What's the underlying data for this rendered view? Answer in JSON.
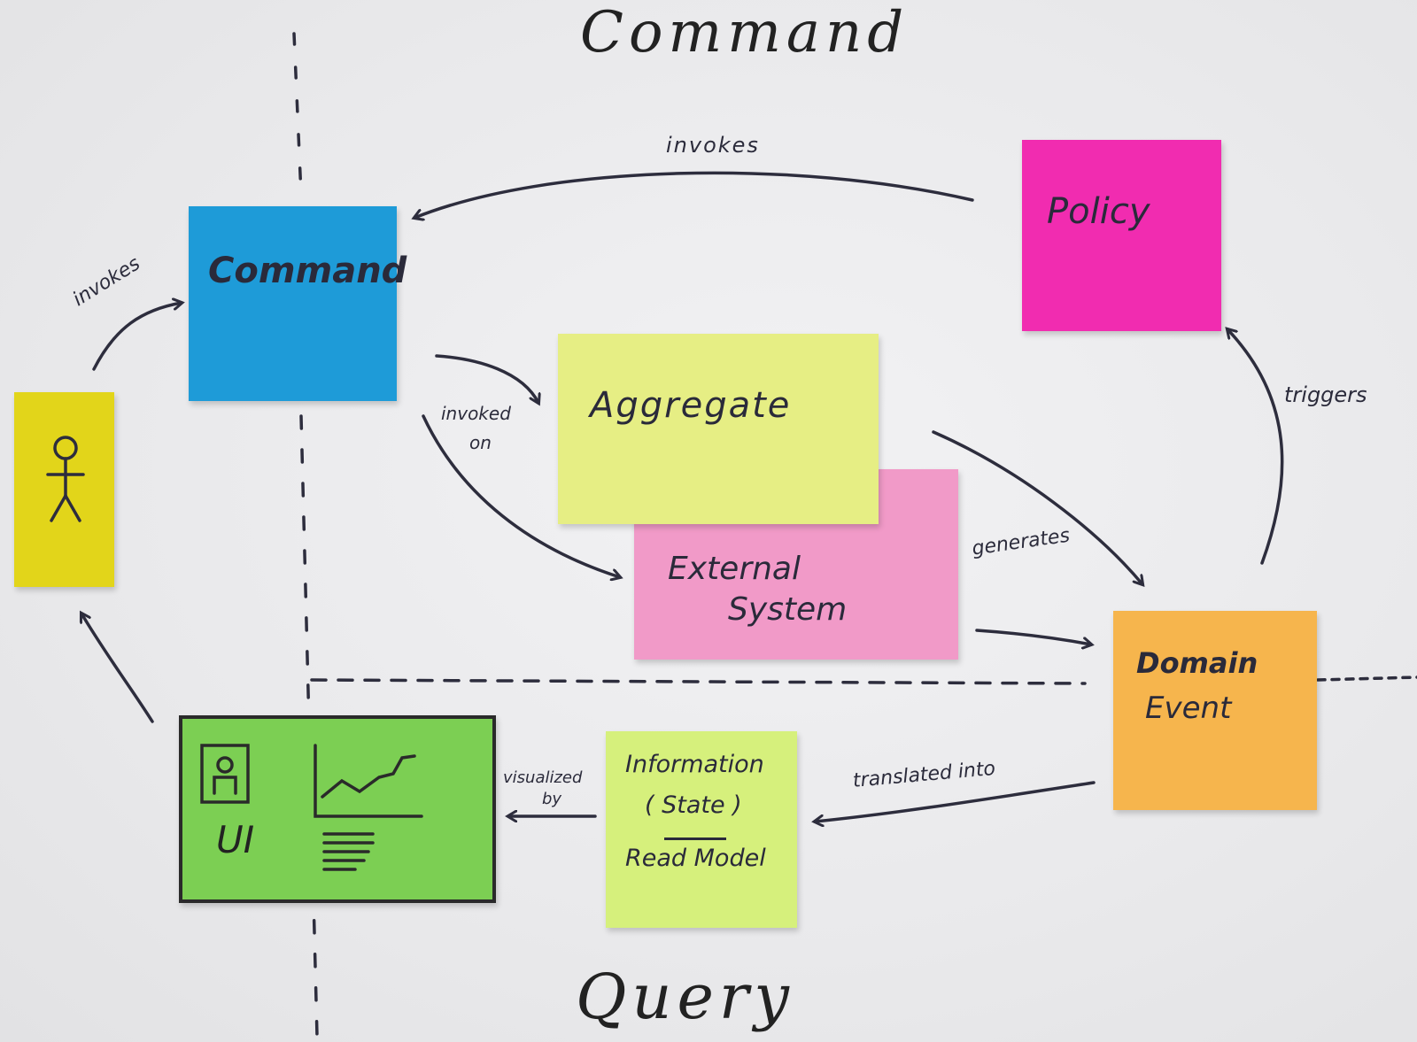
{
  "quadrants": {
    "command": "Command",
    "query": "Query"
  },
  "notes": {
    "command": {
      "text": "Command",
      "color": "#1e9bd8"
    },
    "policy": {
      "text": "Policy",
      "color": "#f12cb0"
    },
    "aggregate": {
      "text": "Aggregate",
      "color": "#e6ee84"
    },
    "external_system": {
      "line1": "External",
      "line2": "System",
      "color": "#f19ac8"
    },
    "domain_event": {
      "line1": "Domain",
      "line2": "Event",
      "color": "#f6b54d"
    },
    "actor": {
      "color": "#e2d51a"
    },
    "ui": {
      "text": "UI",
      "color": "#7ccf53"
    },
    "read_model": {
      "line1": "Information",
      "line2": "( State )",
      "line3": "Read Model",
      "color": "#d6f07c"
    }
  },
  "arrows": {
    "invokes_top": "invokes",
    "invokes_actor": "invokes",
    "invoked_on_1": "invoked",
    "invoked_on_2": "on",
    "generates": "generates",
    "triggers": "triggers",
    "translated_into": "translated into",
    "visualized_by_1": "visualized",
    "visualized_by_2": "by"
  }
}
